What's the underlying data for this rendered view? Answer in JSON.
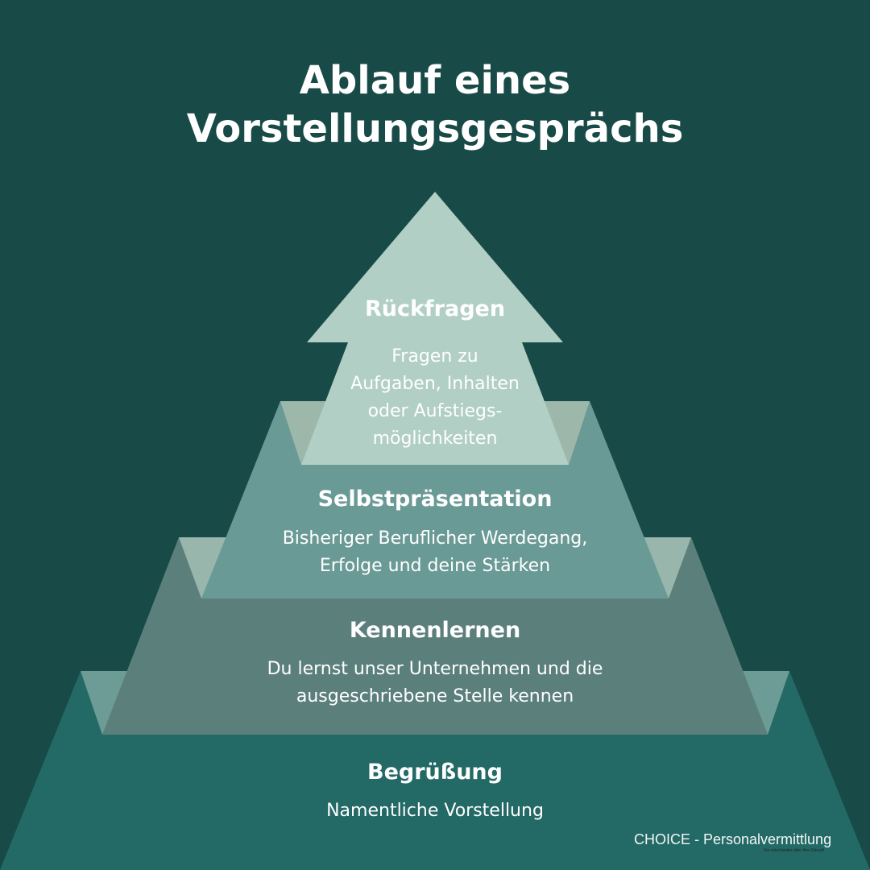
{
  "title": {
    "line1": "Ablauf eines",
    "line2": "Vorstellungsgesprächs"
  },
  "levels": [
    {
      "heading": "Rückfragen",
      "lines": [
        "Fragen zu",
        "Aufgaben, Inhalten",
        "oder Aufstiegs-",
        "möglichkeiten"
      ]
    },
    {
      "heading": "Selbstpräsentation",
      "lines": [
        "Bisheriger Beruflicher Werdegang,",
        "Erfolge und deine Stärken"
      ]
    },
    {
      "heading": "Kennenlernen",
      "lines": [
        "Du lernst unser Unternehmen und die",
        "ausgeschriebene Stelle kennen"
      ]
    },
    {
      "heading": "Begrüßung",
      "lines": [
        "Namentliche Vorstellung"
      ]
    }
  ],
  "logo": {
    "name": "CHOICE - Personalvermittlung",
    "tagline": "Sie entscheiden über Ihre Zukunft"
  },
  "colors": {
    "background": "#184a47",
    "level4": "#236a66",
    "level3": "#5b807c",
    "level2": "#6a9a96",
    "level1": "#b1cfc4"
  }
}
